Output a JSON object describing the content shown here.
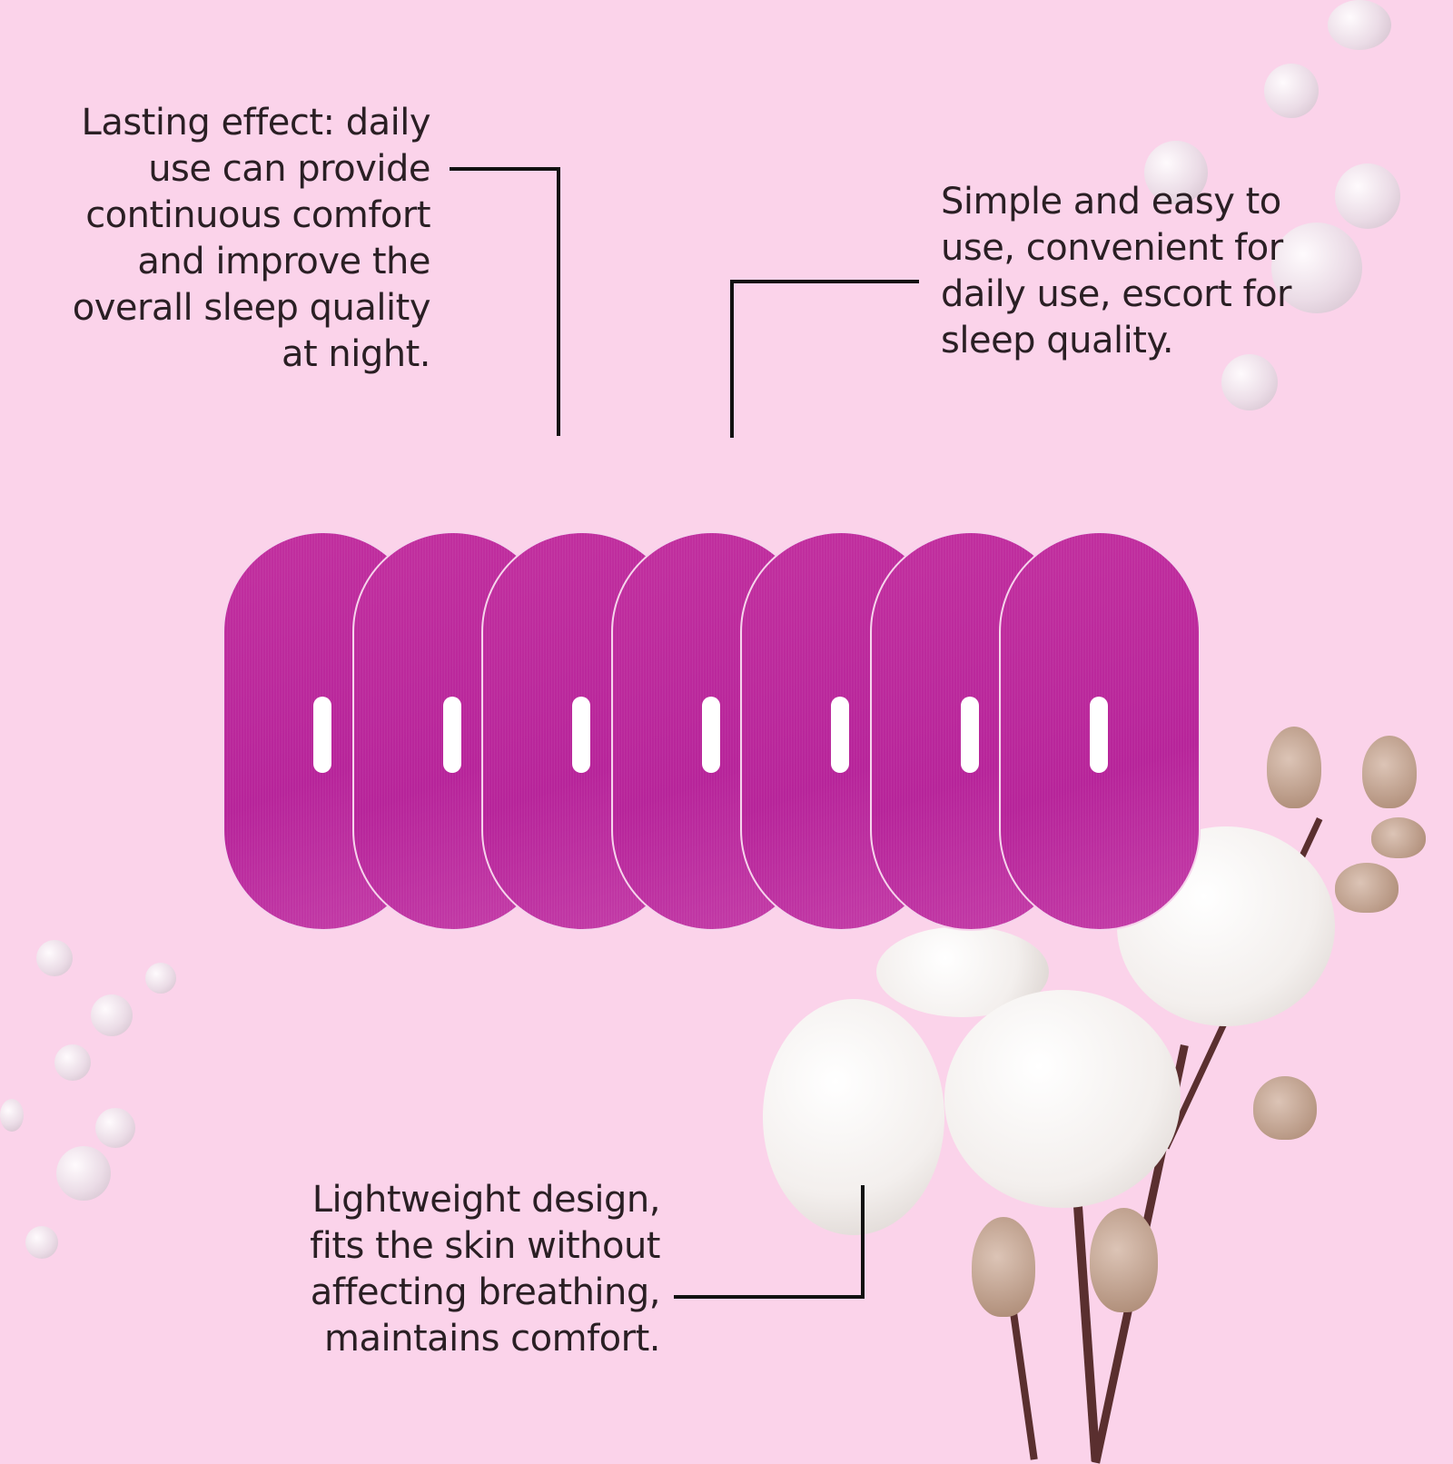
{
  "callouts": {
    "top_left": [
      "Lasting effect: daily",
      "use can provide",
      "continuous comfort",
      "and improve the",
      "overall sleep quality",
      "at night."
    ],
    "top_right": [
      "Simple and easy to",
      "use, convenient for",
      "daily use, escort for",
      "sleep quality."
    ],
    "bottom": [
      "Lightweight design,",
      "fits the skin without",
      "affecting breathing,",
      "maintains comfort."
    ]
  },
  "product": {
    "patch_count": 7,
    "patch_color": "#bb2a9c"
  },
  "colors": {
    "background": "#fbd3ea",
    "text": "#2a1f24"
  }
}
